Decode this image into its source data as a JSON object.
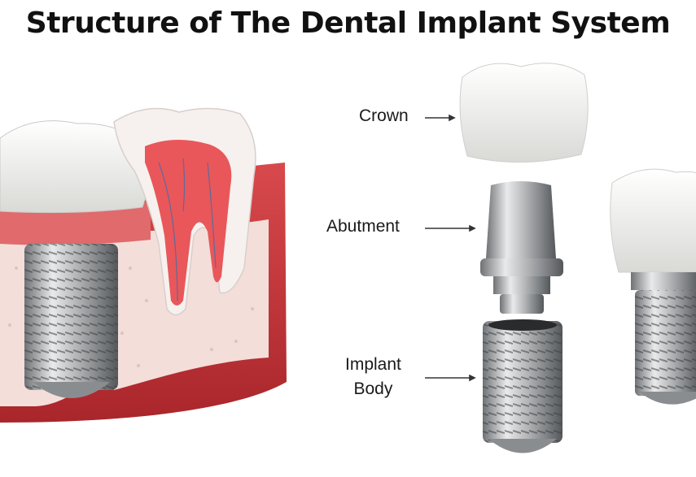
{
  "title": "Structure of The Dental Implant System",
  "labels": {
    "crown": "Crown",
    "abutment": "Abutment",
    "implant_body_line1": "Implant",
    "implant_body_line2": "Body"
  },
  "colors": {
    "gum": "#c8353a",
    "bone": "#f2dcd8",
    "tooth": "#f4f4f2",
    "metal": "#a9abad",
    "pulp": "#e9575a"
  }
}
